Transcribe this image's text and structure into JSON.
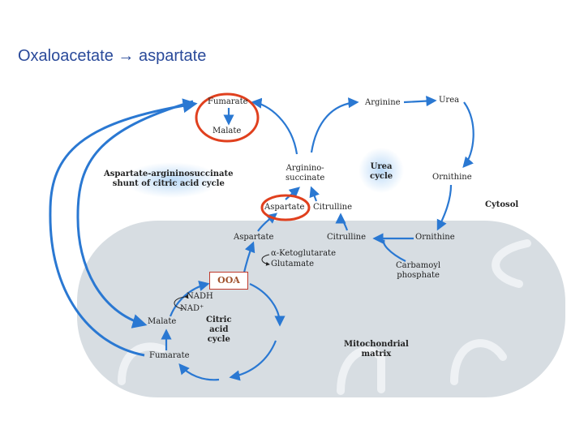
{
  "slide": {
    "title": "Oxaloacetate → aspartate"
  },
  "diagram": {
    "labels": {
      "fumarate_top": "Fumarate",
      "malate_top": "Malate",
      "arginine": "Arginine",
      "urea": "Urea",
      "argininosuccinate": "Arginino-\nsuccinate",
      "urea_cycle": "Urea\ncycle",
      "ornithine_cytosol": "Ornithine",
      "shunt": "Aspartate-argininosuccinate\nshunt of citric acid cycle",
      "aspartate_cytosol": "Aspartate",
      "citrulline_cytosol": "Citrulline",
      "cytosol": "Cytosol",
      "aspartate_mito": "Aspartate",
      "citrulline_mito": "Citrulline",
      "ornithine_mito": "Ornithine",
      "ketoglutarate": "α-Ketoglutarate",
      "glutamate": "Glutamate",
      "carbamoyl_phosphate": "Carbamoyl\nphosphate",
      "ooa": "OOA",
      "nadh": "NADH",
      "nad": "NAD⁺",
      "malate_mito": "Malate",
      "citric_acid_cycle": "Citric\nacid\ncycle",
      "fumarate_mito": "Fumarate",
      "mito_matrix": "Mitochondrial\nmatrix"
    },
    "colors": {
      "arrow": "#2a78d2",
      "highlight": "#e0401e",
      "mito_fill": "#d7dde2",
      "title": "#2a4a9a"
    }
  }
}
